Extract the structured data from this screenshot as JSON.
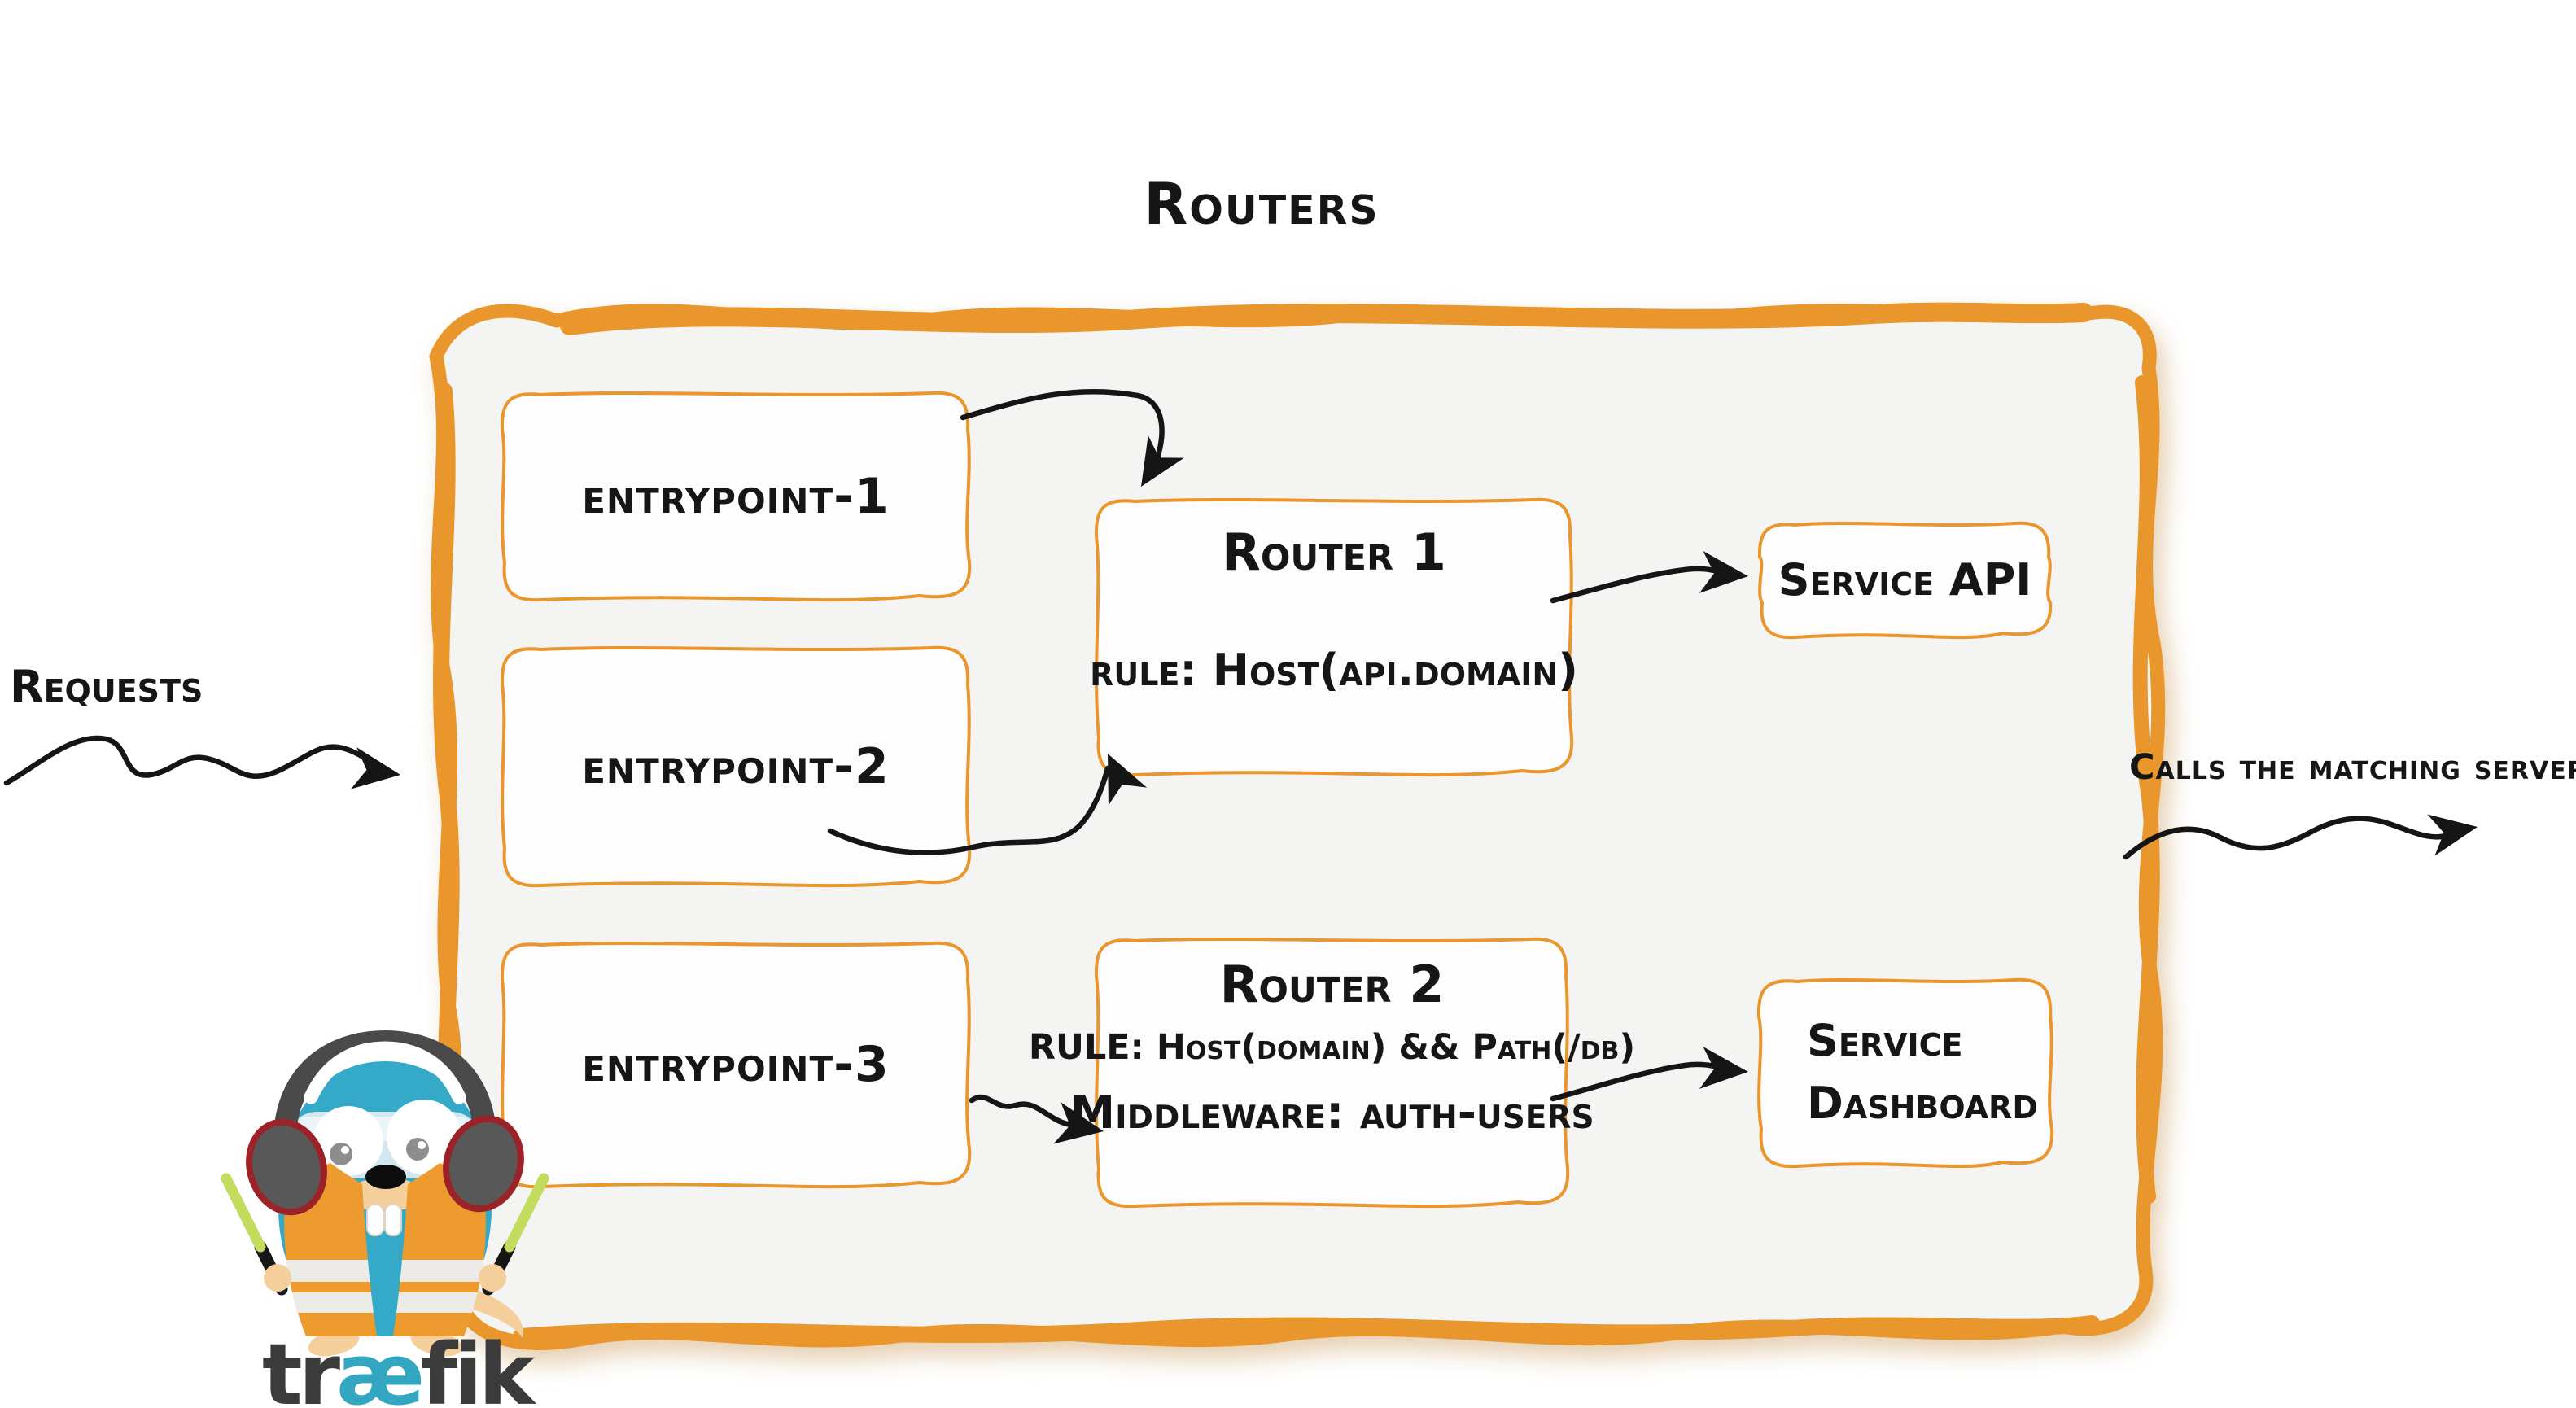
{
  "title": "Routers",
  "colors": {
    "accent_orange": "#E9962D",
    "container_fill": "#F4F4F3",
    "box_fill": "#FDFDFD",
    "arrow_black": "#151515",
    "teal": "#35A9C8",
    "logo_gray": "#3B3B3B",
    "baton_green": "#C3DC5E",
    "earcup_red": "#9B2226",
    "tan": "#F4CF9C"
  },
  "flow": {
    "requests_label": "Requests",
    "calls_label": "Calls the matching server"
  },
  "entrypoints": [
    {
      "label": "entrypoint-1"
    },
    {
      "label": "entrypoint-2"
    },
    {
      "label": "entrypoint-3"
    }
  ],
  "routers": [
    {
      "name": "Router 1",
      "rule": "rule: Host(api.domain)"
    },
    {
      "name": "Router 2",
      "rule": "RULE: Host(domain) && Path(/db)",
      "middleware": "Middleware: auth-users"
    }
  ],
  "services": [
    {
      "line1": "Service API"
    },
    {
      "line1": "Service",
      "line2": "Dashboard"
    }
  ],
  "logo": {
    "part1": "tr",
    "part2": "æ",
    "part3": "fik"
  }
}
